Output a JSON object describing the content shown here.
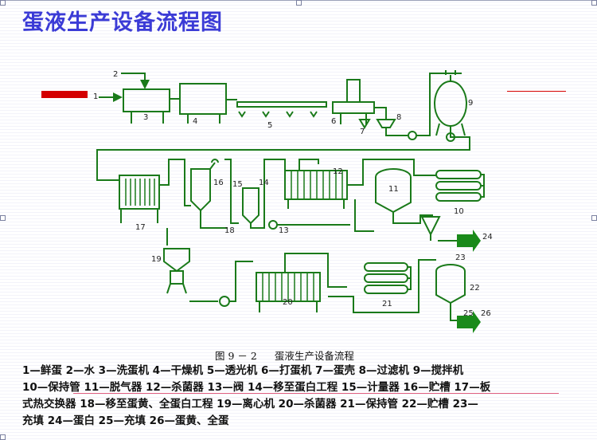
{
  "title": "蛋液生产设备流程图",
  "caption": {
    "number": "图 9 － 2",
    "text": "蛋液生产设备流程"
  },
  "labels": {
    "n1": "1",
    "n2": "2",
    "n3": "3",
    "n4": "4",
    "n5": "5",
    "n6": "6",
    "n7": "7",
    "n8": "8",
    "n9": "9",
    "n10": "10",
    "n11": "11",
    "n12": "12",
    "n13": "13",
    "n14": "14",
    "n15": "15",
    "n16": "16",
    "n17": "17",
    "n18": "18",
    "n19": "19",
    "n20": "20",
    "n21": "21",
    "n22": "22",
    "n23": "23",
    "n24": "24",
    "n25": "25",
    "n26": "26"
  },
  "legend_lines": [
    "1—鲜蛋 2—水 3—洗蛋机 4—干燥机 5—透光机 6—打蛋机 7—蛋壳 8—过滤机 9—搅拌机",
    "10—保持管 11—脱气器 12—杀菌器 13—阀 14—移至蛋白工程 15—计量器 16—贮槽 17—板",
    "式热交换器 18—移至蛋黄、全蛋白工程 19—离心机 20—杀菌器 21—保持管 22—贮槽 23—",
    "充填 24—蛋白 25—充填 26—蛋黄、全蛋"
  ],
  "colors": {
    "title": "#3b3bd6",
    "line": "#1a7a1a",
    "accent": "#d40000",
    "arrow": "#1a8a1a"
  }
}
